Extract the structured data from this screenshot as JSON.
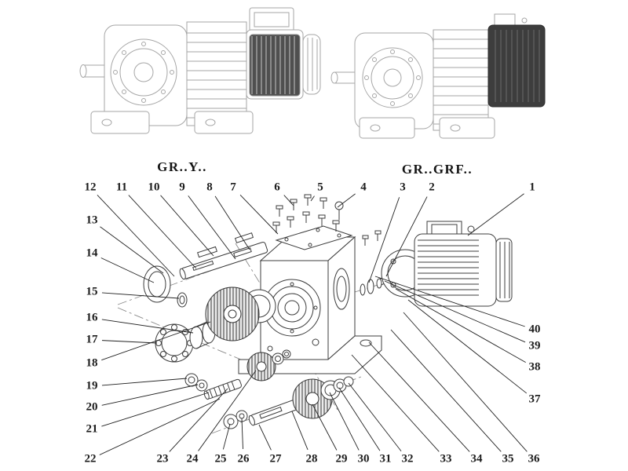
{
  "figure": {
    "left_model_label": "GR..Y..",
    "right_model_label": "GR..GRF.."
  },
  "callout_labels": [
    "12",
    "11",
    "10",
    "9",
    "8",
    "7",
    "6",
    "5",
    "4",
    "3",
    "2",
    "1",
    "13",
    "14",
    "15",
    "16",
    "17",
    "18",
    "19",
    "20",
    "21",
    "22",
    "23",
    "24",
    "25",
    "26",
    "27",
    "28",
    "29",
    "30",
    "31",
    "32",
    "33",
    "34",
    "35",
    "36",
    "40",
    "39",
    "38",
    "37"
  ]
}
